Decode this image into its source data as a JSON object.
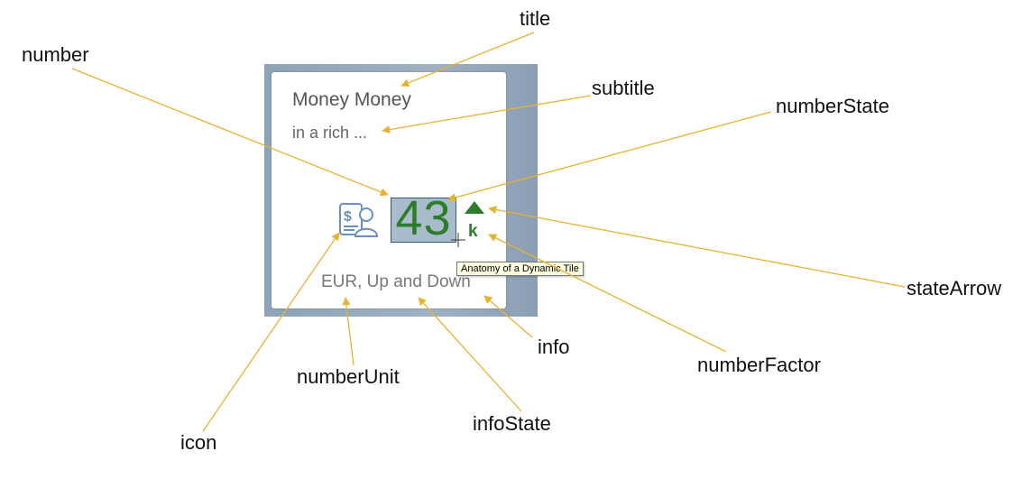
{
  "tile": {
    "title": "Money Money",
    "subtitle": "in a rich ...",
    "number": "43",
    "number_factor": "k",
    "footer": "EUR, Up and Down",
    "icon": "money-person-icon",
    "state_arrow_icon": "triangle-up-icon"
  },
  "tooltip": "Anatomy of a Dynamic Tile",
  "labels": {
    "title": "title",
    "number": "number",
    "subtitle": "subtitle",
    "numberState": "numberState",
    "stateArrow": "stateArrow",
    "numberFactor": "numberFactor",
    "info": "info",
    "numberUnit": "numberUnit",
    "infoState": "infoState",
    "icon": "icon"
  },
  "colors": {
    "leader_line": "#e8b231",
    "number_positive": "#2b7d2b",
    "frame": "#8da3b9",
    "icon": "#6a90c0"
  }
}
